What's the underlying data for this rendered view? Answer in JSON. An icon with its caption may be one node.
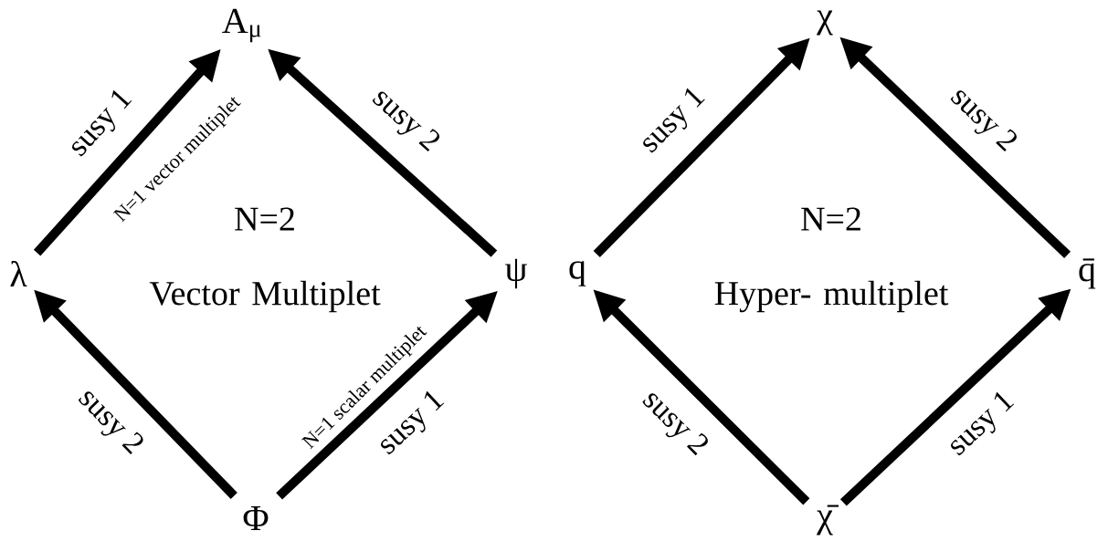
{
  "diagram": {
    "nodes": [
      {
        "text": [
          "A$_{μ}$"
        ]
      },
      {
        "text": [
          "λ"
        ]
      },
      {
        "text": [
          "ψ"
        ]
      },
      {
        "text": [
          "Φ"
        ]
      },
      {
        "text": [
          "χ"
        ]
      },
      {
        "text": [
          "q"
        ]
      },
      {
        "text": [
          "q̄"
        ]
      },
      {
        "text": [
          "χ̄"
        ]
      }
    ],
    "edges": [
      {
        "from": 1,
        "to": 0,
        "arrow": "to",
        "label": "susy 1"
      },
      {
        "from": 2,
        "to": 0,
        "arrow": "to",
        "label": "susy 2"
      },
      {
        "from": 3,
        "to": 1,
        "arrow": "to",
        "label": "susy 2"
      },
      {
        "from": 3,
        "to": 2,
        "arrow": "to",
        "label": "susy 1"
      },
      {
        "from": 5,
        "to": 4,
        "arrow": "to",
        "label": "susy 1"
      },
      {
        "from": 6,
        "to": 4,
        "arrow": "to",
        "label": "susy 2"
      },
      {
        "from": 7,
        "to": 5,
        "arrow": "to",
        "label": "susy 2"
      },
      {
        "from": 7,
        "to": 6,
        "arrow": "to",
        "label": "susy 1"
      }
    ],
    "labels": [
      "N=1 vector multiplet",
      "N=2",
      "Vector Multiplet",
      "N=1 scalar multiplet",
      "N=2",
      "Hyper- multiplet"
    ]
  }
}
